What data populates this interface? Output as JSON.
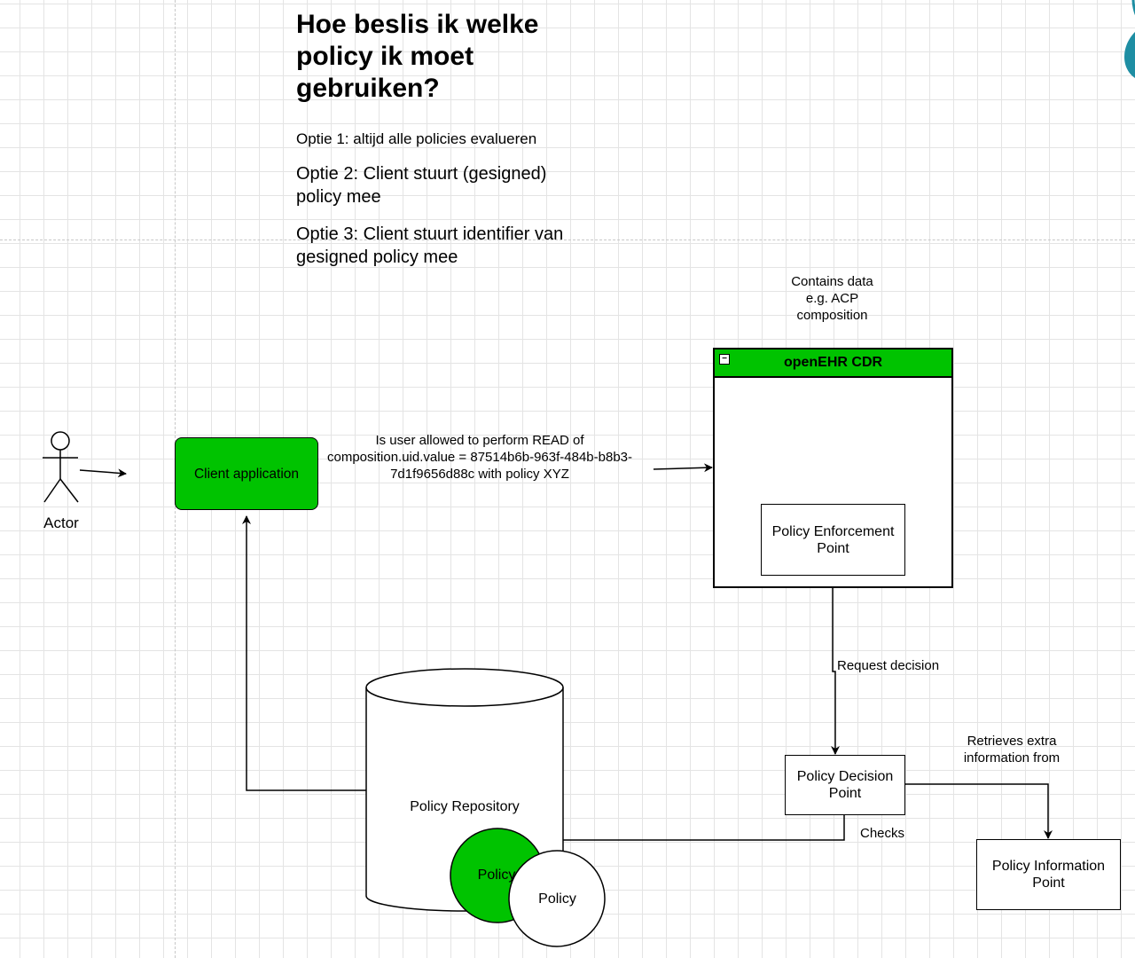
{
  "title": "Hoe beslis ik welke policy ik moet gebruiken?",
  "options": [
    "Optie 1: altijd alle policies evalueren",
    "Optie 2: Client stuurt (gesigned) policy mee",
    "Optie 3: Client stuurt identifier van gesigned policy mee"
  ],
  "actor": {
    "label": "Actor"
  },
  "client_app": {
    "label": "Client application"
  },
  "question": "Is user allowed to perform READ of composition.uid.value = 87514b6b-963f-484b-b8b3-7d1f9656d88c with policy XYZ",
  "cdr": {
    "header": "openEHR CDR",
    "collapse_symbol": "−",
    "note": "Contains data e.g. ACP composition"
  },
  "pep": {
    "label": "Policy Enforcement Point"
  },
  "request_decision": "Request decision",
  "pdp": {
    "label": "Policy Decision Point"
  },
  "retrieves": "Retrieves extra information from",
  "checks": "Checks",
  "pip": {
    "label": "Policy Information Point"
  },
  "repository": {
    "label": "Policy Repository"
  },
  "policy_green": {
    "label": "Policy"
  },
  "policy_white": {
    "label": "Policy"
  },
  "colors": {
    "accent_green": "#00c300",
    "stroke": "#000000",
    "teal_blob": "#1e8ea3"
  }
}
